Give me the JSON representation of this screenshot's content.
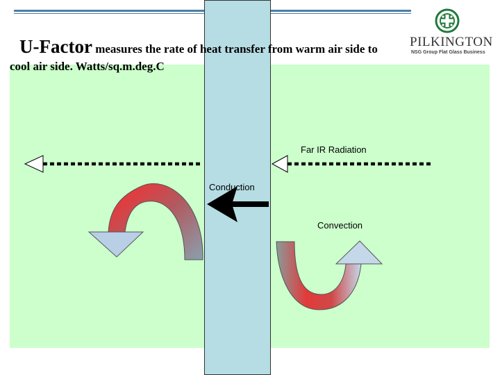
{
  "header": {
    "title_term": "U-Factor",
    "title_rest": " measures the rate of heat transfer from warm air side to",
    "title_line2": "cool air side.  Watts/sq.m.deg.C"
  },
  "logo": {
    "name": "PILKINGTON",
    "tagline": "NSG Group Flat Glass Business"
  },
  "labels": {
    "radiation": "Far IR Radiation",
    "conduction": "Conduction",
    "convection": "Convection"
  },
  "colors": {
    "background_panel": "#ccffcc",
    "glass": "#b6dde4",
    "arrow_warm": "#ff3b3b",
    "arrow_cool": "#b8cfe6",
    "rule": "#4d7fa6",
    "logo_green": "#1f7a3a"
  }
}
